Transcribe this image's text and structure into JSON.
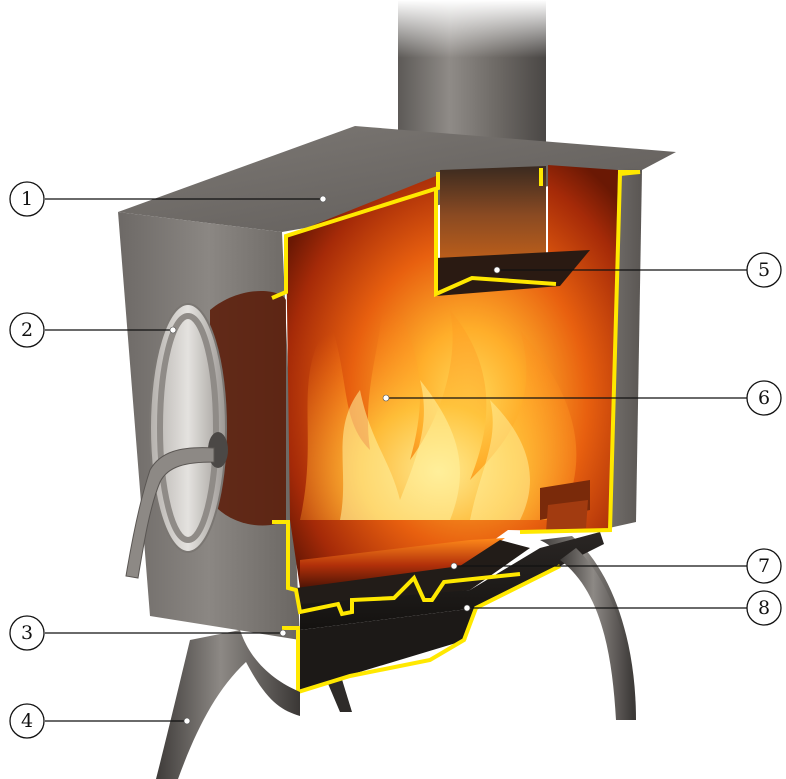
{
  "callouts": [
    {
      "id": "callout-1",
      "label": "1"
    },
    {
      "id": "callout-2",
      "label": "2"
    },
    {
      "id": "callout-3",
      "label": "3"
    },
    {
      "id": "callout-4",
      "label": "4"
    },
    {
      "id": "callout-5",
      "label": "5"
    },
    {
      "id": "callout-6",
      "label": "6"
    },
    {
      "id": "callout-7",
      "label": "7"
    },
    {
      "id": "callout-8",
      "label": "8"
    }
  ],
  "colors": {
    "outline": "#ffe800",
    "steel": "#6e6a66",
    "fire_core": "#ffd23a",
    "fire_mid": "#f07a12",
    "fire_dark": "#7a1d06"
  }
}
